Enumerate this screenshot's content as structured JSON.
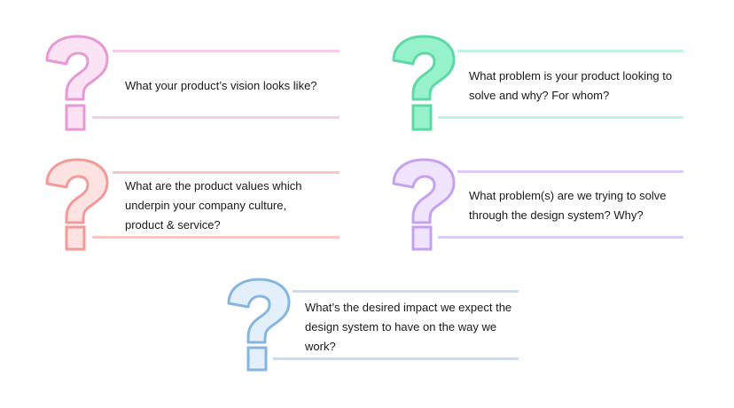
{
  "questions": [
    {
      "id": "vision",
      "text": "What your product’s vision looks like?",
      "icon": "question-mark-icon",
      "stroke": "#e59ad6",
      "fill": "#fbe3f4",
      "line_color": "#f7cdea"
    },
    {
      "id": "problem",
      "text": "What problem is your product looking to\nsolve and why? For whom?",
      "icon": "question-mark-icon",
      "stroke": "#5fd8a6",
      "fill": "#95f2ca",
      "line_color": "#bff5de"
    },
    {
      "id": "values",
      "text": "What are the product values which\nunderpin your company culture,\nproduct & service?",
      "icon": "question-mark-icon",
      "stroke": "#f29a9a",
      "fill": "#fde2e2",
      "line_color": "#f8c6c6"
    },
    {
      "id": "design-system-problems",
      "text": "What problem(s) are we trying to solve\nthrough the design system? Why?",
      "icon": "question-mark-icon",
      "stroke": "#c4a2f0",
      "fill": "#efe3fd",
      "line_color": "#dccaf8"
    },
    {
      "id": "impact",
      "text": "What’s the desired impact we expect the\ndesign system to have on the way we\nwork?",
      "icon": "question-mark-icon",
      "stroke": "#86b6e0",
      "fill": "#e3effb",
      "line_color": "#c7ddf2"
    }
  ]
}
